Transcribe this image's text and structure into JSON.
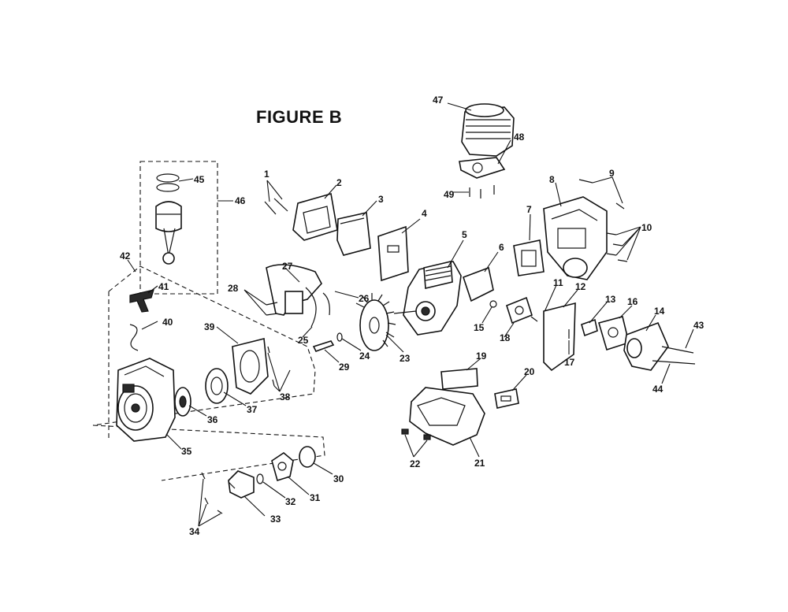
{
  "figure": {
    "title": "FIGURE B"
  },
  "labels": [
    "1",
    "2",
    "3",
    "4",
    "5",
    "6",
    "7",
    "8",
    "9",
    "10",
    "11",
    "12",
    "13",
    "14",
    "15",
    "16",
    "17",
    "18",
    "19",
    "20",
    "21",
    "22",
    "23",
    "24",
    "25",
    "26",
    "27",
    "28",
    "29",
    "30",
    "31",
    "32",
    "33",
    "34",
    "35",
    "36",
    "37",
    "38",
    "39",
    "40",
    "41",
    "42",
    "43",
    "44",
    "45",
    "46",
    "47",
    "48",
    "49"
  ],
  "colors": {
    "ink": "#111111",
    "background": "#ffffff"
  }
}
